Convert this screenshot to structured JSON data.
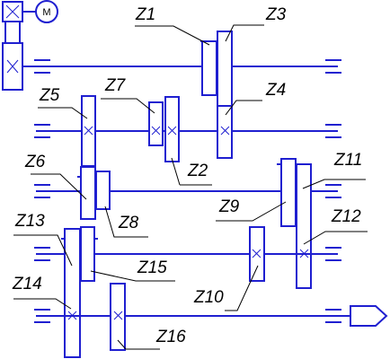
{
  "motor_label": "M",
  "labels": {
    "z1": "Z1",
    "z2": "Z2",
    "z3": "Z3",
    "z4": "Z4",
    "z5": "Z5",
    "z6": "Z6",
    "z7": "Z7",
    "z8": "Z8",
    "z9": "Z9",
    "z10": "Z10",
    "z11": "Z11",
    "z12": "Z12",
    "z13": "Z13",
    "z14": "Z14",
    "z15": "Z15",
    "z16": "Z16"
  },
  "colors": {
    "mechanism": "#1f1fd0",
    "labels": "#000000",
    "background": "#ffffff"
  }
}
